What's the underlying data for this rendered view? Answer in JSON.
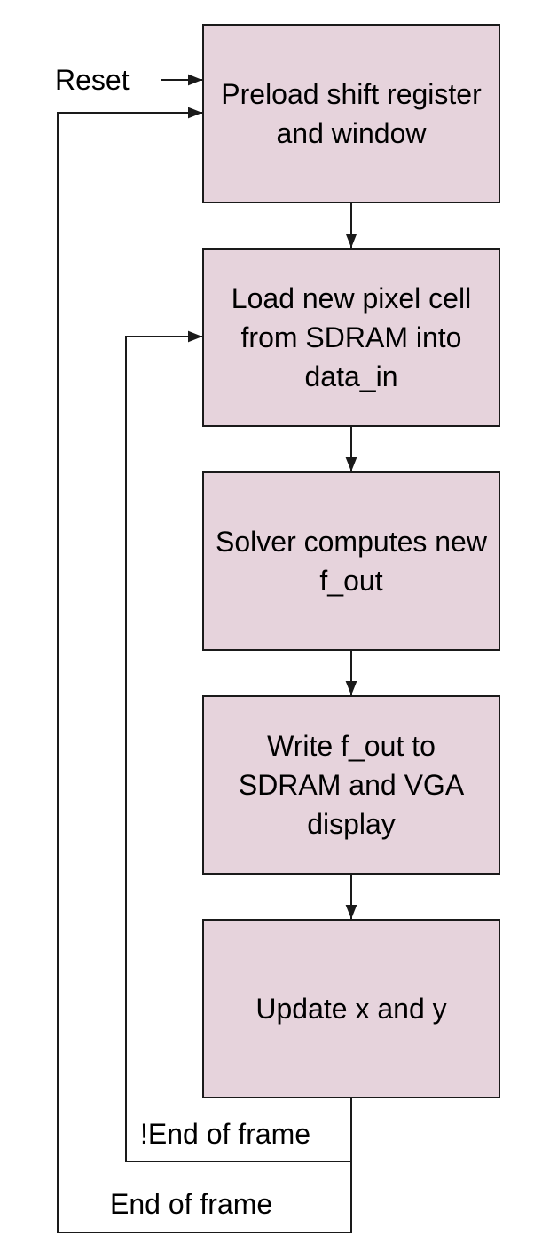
{
  "steps": [
    "Preload shift register and window",
    "Load new pixel cell from SDRAM into data_in",
    "Solver computes new f_out",
    "Write f_out to SDRAM and VGA display",
    "Update x and y"
  ],
  "labels": {
    "reset": "Reset",
    "not_end_of_frame": "!End of frame",
    "end_of_frame": "End of frame"
  },
  "colors": {
    "box_fill": "#e6d3dc",
    "line": "#1a1a1a"
  }
}
